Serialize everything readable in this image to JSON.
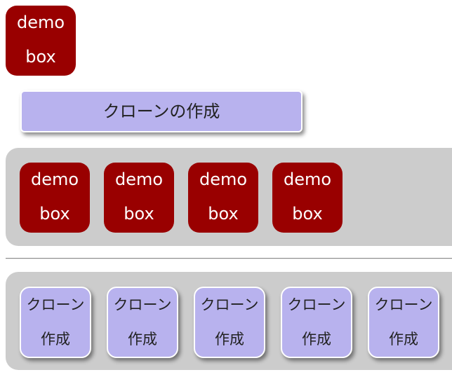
{
  "source_box": {
    "line1": "demo",
    "line2": "box"
  },
  "clone_button": {
    "label": "クローンの作成"
  },
  "clones": [
    {
      "line1": "demo",
      "line2": "box"
    },
    {
      "line1": "demo",
      "line2": "box"
    },
    {
      "line1": "demo",
      "line2": "box"
    },
    {
      "line1": "demo",
      "line2": "box"
    }
  ],
  "mini_buttons": [
    {
      "line1": "クローン",
      "line2": "作成"
    },
    {
      "line1": "クローン",
      "line2": "作成"
    },
    {
      "line1": "クローン",
      "line2": "作成"
    },
    {
      "line1": "クローン",
      "line2": "作成"
    },
    {
      "line1": "クローン",
      "line2": "作成"
    }
  ],
  "colors": {
    "demo_box": "#990000",
    "button_fill": "#b8b2ee",
    "panel": "#cccccc"
  }
}
